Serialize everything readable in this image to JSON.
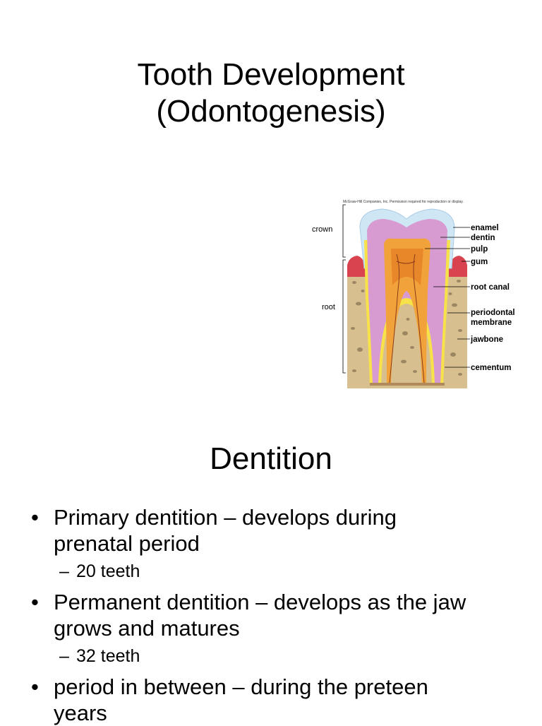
{
  "slide1": {
    "title_line1": "Tooth Development",
    "title_line2": "(Odontogenesis)"
  },
  "figure": {
    "copyright": "McGraw-Hill Companies, Inc. Permission required for reproduction or display.",
    "labels": {
      "crown": "crown",
      "root": "root",
      "enamel": "enamel",
      "dentin": "dentin",
      "pulp": "pulp",
      "gum": "gum",
      "root_canal": "root canal",
      "periodontal_1": "periodontal",
      "periodontal_2": "membrane",
      "jawbone": "jawbone",
      "cementum": "cementum"
    },
    "colors": {
      "enamel": "#cfe6f5",
      "dentin": "#d89bd1",
      "pulp": "#f2a23a",
      "gum": "#d9434f",
      "bone": "#d8bf8f",
      "cementum": "#f7e24a"
    }
  },
  "slide2": {
    "title": "Dentition",
    "bullets": [
      {
        "line1": "Primary dentition – develops during",
        "line2": "prenatal period",
        "sub": "20 teeth"
      },
      {
        "line1": "Permanent dentition – develops as the jaw",
        "line2": "grows and matures",
        "sub": "32 teeth"
      },
      {
        "line1": "period in between – during the preteen",
        "line2": "years"
      }
    ],
    "bullet_glyph": "•",
    "dash_glyph": "–"
  }
}
